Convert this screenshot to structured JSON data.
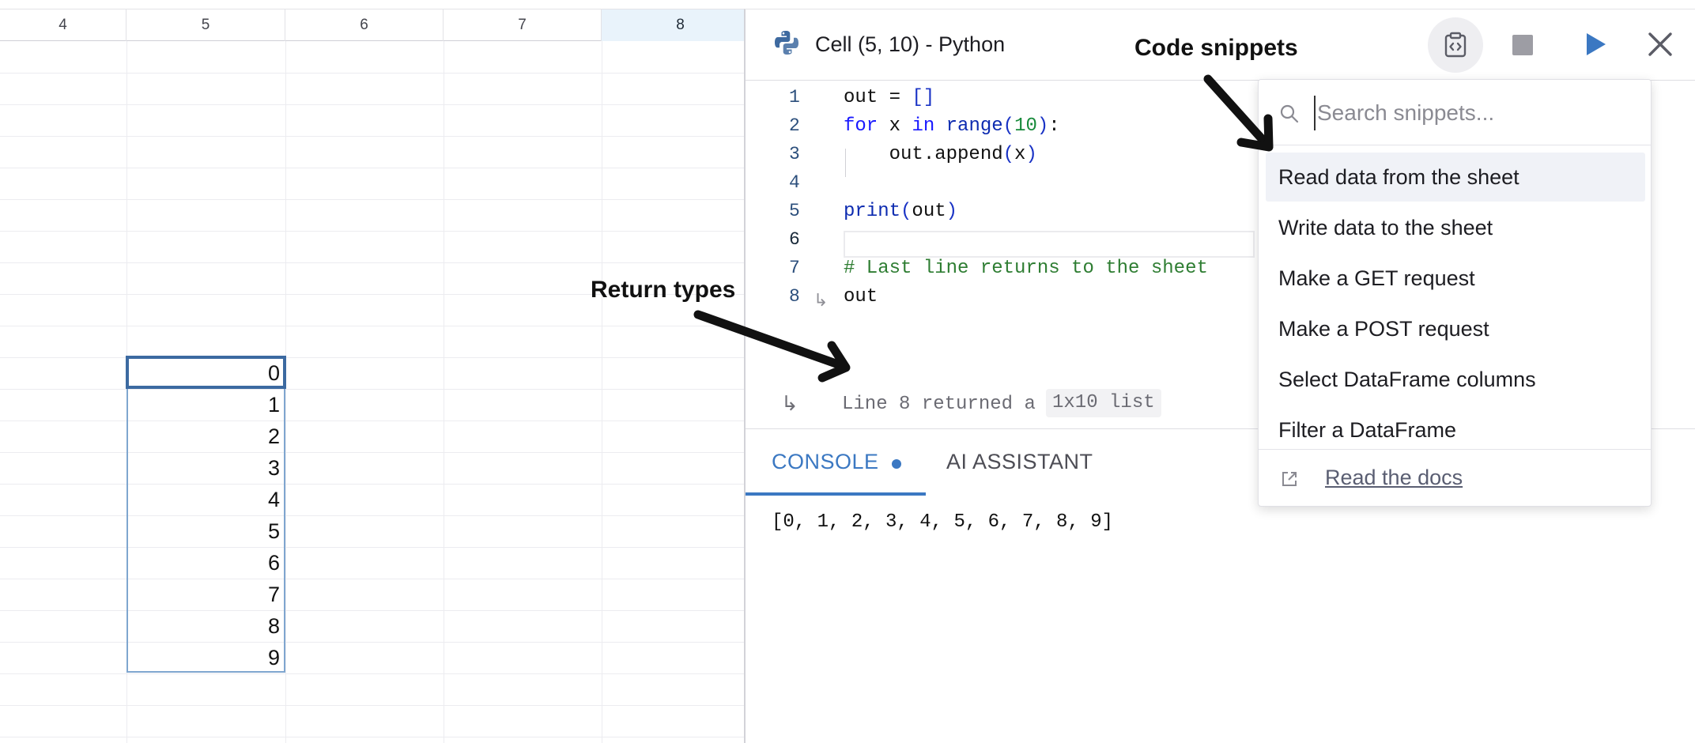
{
  "grid": {
    "columns": [
      "4",
      "5",
      "6",
      "7",
      "8"
    ],
    "active_column": "8",
    "cell_values": [
      "0",
      "1",
      "2",
      "3",
      "4",
      "5",
      "6",
      "7",
      "8",
      "9"
    ]
  },
  "panel": {
    "title": "Cell (5, 10) - Python",
    "icons": {
      "snippets": "code-snippets-icon",
      "stop": "stop-icon",
      "run": "play-icon",
      "close": "close-icon"
    },
    "line_numbers": [
      "1",
      "2",
      "3",
      "4",
      "5",
      "6",
      "7",
      "8"
    ],
    "code": {
      "l1_a": "out = ",
      "l1_b": "[]",
      "l2_for": "for",
      "l2_x": " x ",
      "l2_in": "in",
      "l2_range": " range",
      "l2_p1": "(",
      "l2_num": "10",
      "l2_p2": ")",
      "l2_colon": ":",
      "l3_a": "    out.append",
      "l3_p1": "(",
      "l3_x": "x",
      "l3_p2": ")",
      "l5_print": "print",
      "l5_p1": "(",
      "l5_out": "out",
      "l5_p2": ")",
      "l7_comment": "# Last line returns to the sheet",
      "l8_out": "out"
    },
    "return_arrow": "↳",
    "return_text": "Line 8 returned a",
    "return_type": "1x10 list",
    "tabs": {
      "console": "CONSOLE",
      "ai": "AI ASSISTANT"
    },
    "console_output": "[0, 1, 2, 3, 4, 5, 6, 7, 8, 9]"
  },
  "snippets": {
    "search_placeholder": "Search snippets...",
    "items": [
      "Read data from the sheet",
      "Write data to the sheet",
      "Make a GET request",
      "Make a POST request",
      "Select DataFrame columns",
      "Filter a DataFrame"
    ],
    "docs_link": "Read the docs"
  },
  "annotations": {
    "code_snippets": "Code snippets",
    "return_types": "Return types"
  },
  "colors": {
    "accent": "#3b78c2",
    "selection": "#3c6aa1",
    "keyword": "#1a1aff",
    "number": "#178a3a",
    "comment": "#2e7d32"
  }
}
